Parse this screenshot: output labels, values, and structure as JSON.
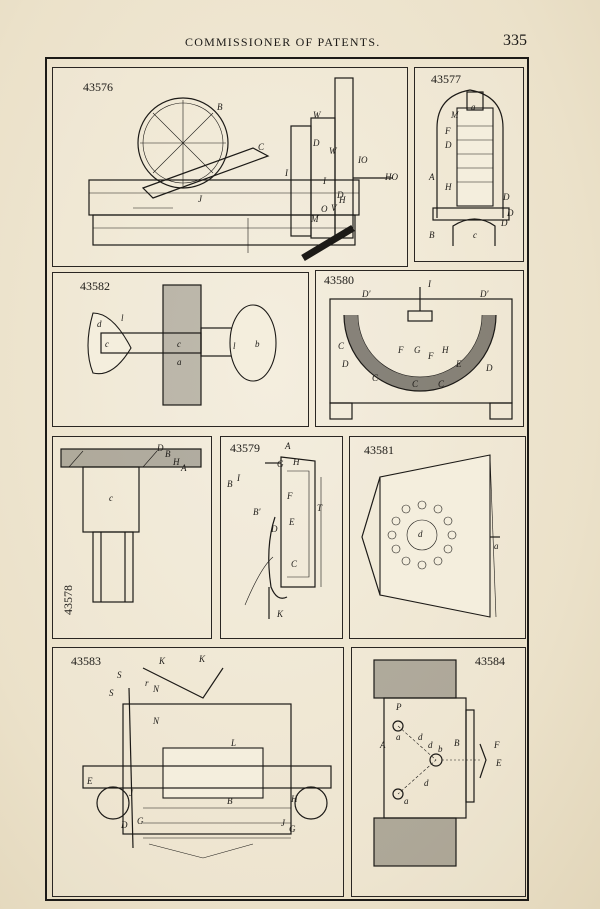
{
  "header": {
    "title": "COMMISSIONER OF PATENTS.",
    "page_number": "335"
  },
  "figures": [
    {
      "number": "43576",
      "labels": [
        "B",
        "C",
        "D",
        "D",
        "H",
        "HO",
        "IO",
        "I",
        "I",
        "J",
        "M",
        "V",
        "W",
        "W",
        "O"
      ]
    },
    {
      "number": "43577",
      "labels": [
        "a",
        "M",
        "F",
        "D",
        "A",
        "H",
        "D",
        "D",
        "B",
        "c",
        "D"
      ]
    },
    {
      "number": "43582",
      "labels": [
        "d",
        "l",
        "c",
        "c",
        "a",
        "l",
        "b"
      ]
    },
    {
      "number": "43580",
      "labels": [
        "D'",
        "I",
        "D'",
        "C",
        "D",
        "F",
        "G",
        "F",
        "H",
        "E",
        "D",
        "C",
        "C",
        "C"
      ]
    },
    {
      "number": "43578",
      "labels": [
        "c",
        "D",
        "B",
        "H",
        "A"
      ]
    },
    {
      "number": "43579",
      "labels": [
        "A",
        "G",
        "H",
        "I",
        "B",
        "B'",
        "F",
        "E",
        "D",
        "C",
        "T",
        "K"
      ]
    },
    {
      "number": "43581",
      "labels": [
        "d",
        "a"
      ]
    },
    {
      "number": "43583",
      "labels": [
        "K",
        "K",
        "S",
        "S",
        "N",
        "r",
        "N",
        "L",
        "E",
        "D",
        "G",
        "B",
        "J",
        "J",
        "G",
        "H"
      ]
    },
    {
      "number": "43584",
      "labels": [
        "P",
        "a",
        "d",
        "d",
        "A",
        "b",
        "B",
        "F",
        "E",
        "d",
        "a"
      ]
    }
  ]
}
